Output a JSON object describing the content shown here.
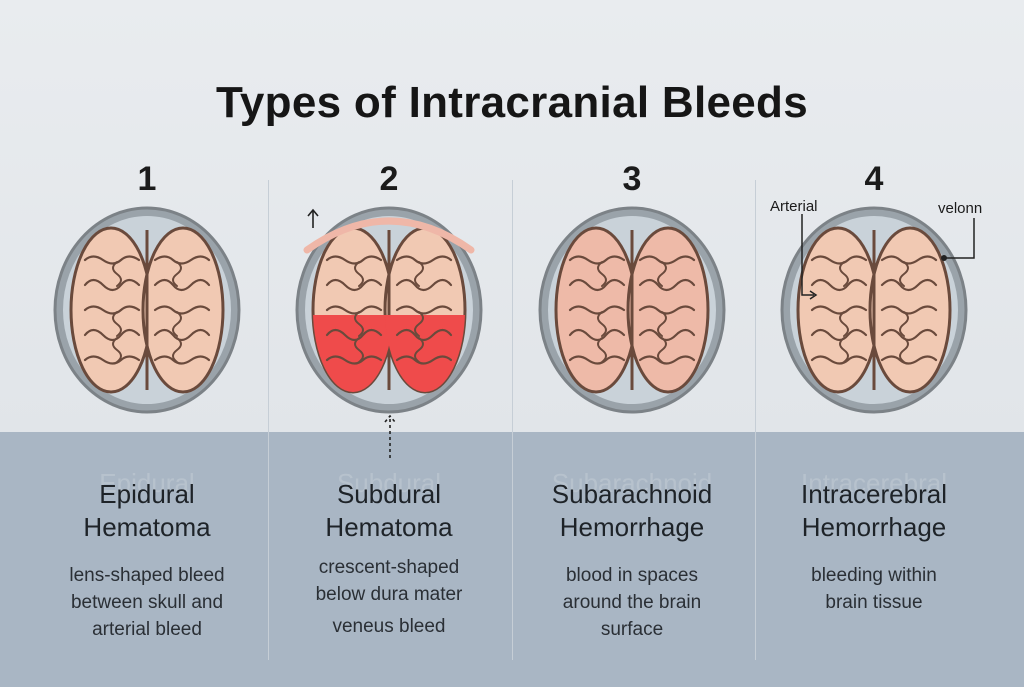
{
  "title": "Types of Intracranial Bleeds",
  "colors": {
    "skull": "#7c8287",
    "skull_inner": "#c9d2d9",
    "brain_fill": "#f1c9b3",
    "brain_outline": "#6a4a3c",
    "bleed_red": "#ef4b4b",
    "bleed_pink": "#efb7a8"
  },
  "panels": [
    {
      "number": "1",
      "ghost_text": "Epidural",
      "name_line1": "Epidural",
      "name_line2": "Hematoma",
      "desc_lines": [
        "lens-shaped bleed",
        "between skull and",
        "arterial bleed"
      ],
      "extra": ""
    },
    {
      "number": "2",
      "ghost_text": "Subdural",
      "name_line1": "Subdural",
      "name_line2": "Hematoma",
      "desc_lines": [
        "crescent-shaped",
        "below dura mater"
      ],
      "extra": "veneus bleed"
    },
    {
      "number": "3",
      "ghost_text": "Subarachnoid",
      "name_line1": "Subarachnoid",
      "name_line2": "Hemorrhage",
      "desc_lines": [
        "blood in spaces",
        "around the brain",
        "surface"
      ],
      "extra": ""
    },
    {
      "number": "4",
      "ghost_text": "Intracerebral",
      "name_line1": "Intracerebral",
      "name_line2": "Hemorrhage",
      "desc_lines": [
        "bleeding within",
        "brain tissue"
      ],
      "extra": "",
      "label_left": "Arterial",
      "label_right": "velonn"
    }
  ]
}
